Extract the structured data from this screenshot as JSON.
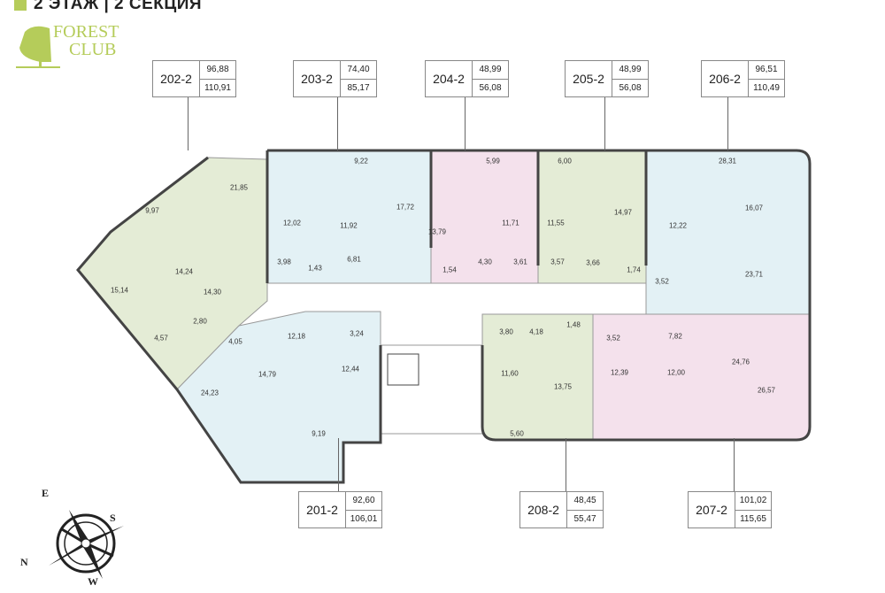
{
  "header": {
    "title": "2 ЭТАЖ | 2 СЕКЦИЯ"
  },
  "logo": {
    "line1": "FOREST",
    "line2": "CLUB"
  },
  "colors": {
    "blue": "#e3f1f5",
    "pink": "#f4e1ec",
    "green": "#e4ecd6",
    "brand": "#b5cc5a"
  },
  "apartments": [
    {
      "id": "202-2",
      "living": "96,88",
      "total": "110,91"
    },
    {
      "id": "203-2",
      "living": "74,40",
      "total": "85,17"
    },
    {
      "id": "204-2",
      "living": "48,99",
      "total": "56,08"
    },
    {
      "id": "205-2",
      "living": "48,99",
      "total": "56,08"
    },
    {
      "id": "206-2",
      "living": "96,51",
      "total": "110,49"
    },
    {
      "id": "201-2",
      "living": "92,60",
      "total": "106,01"
    },
    {
      "id": "208-2",
      "living": "48,45",
      "total": "55,47"
    },
    {
      "id": "207-2",
      "living": "101,02",
      "total": "115,65"
    }
  ],
  "rooms": [
    "9,97",
    "21,85",
    "15,14",
    "14,24",
    "14,30",
    "2,80",
    "4,57",
    "4,05",
    "12,18",
    "3,24",
    "12,44",
    "14,79",
    "24,23",
    "9,19",
    "9,22",
    "12,02",
    "11,92",
    "17,72",
    "3,98",
    "1,43",
    "6,81",
    "5,99",
    "13,79",
    "11,71",
    "1,54",
    "4,30",
    "3,61",
    "6,00",
    "11,55",
    "14,97",
    "3,57",
    "3,66",
    "1,74",
    "28,31",
    "12,22",
    "16,07",
    "23,71",
    "3,52",
    "3,80",
    "4,18",
    "1,48",
    "11,60",
    "13,75",
    "5,60",
    "3,52",
    "7,82",
    "12,39",
    "12,00",
    "24,76",
    "26,57"
  ],
  "compass": {
    "e": "E",
    "s": "S",
    "n": "N",
    "w": "W"
  }
}
